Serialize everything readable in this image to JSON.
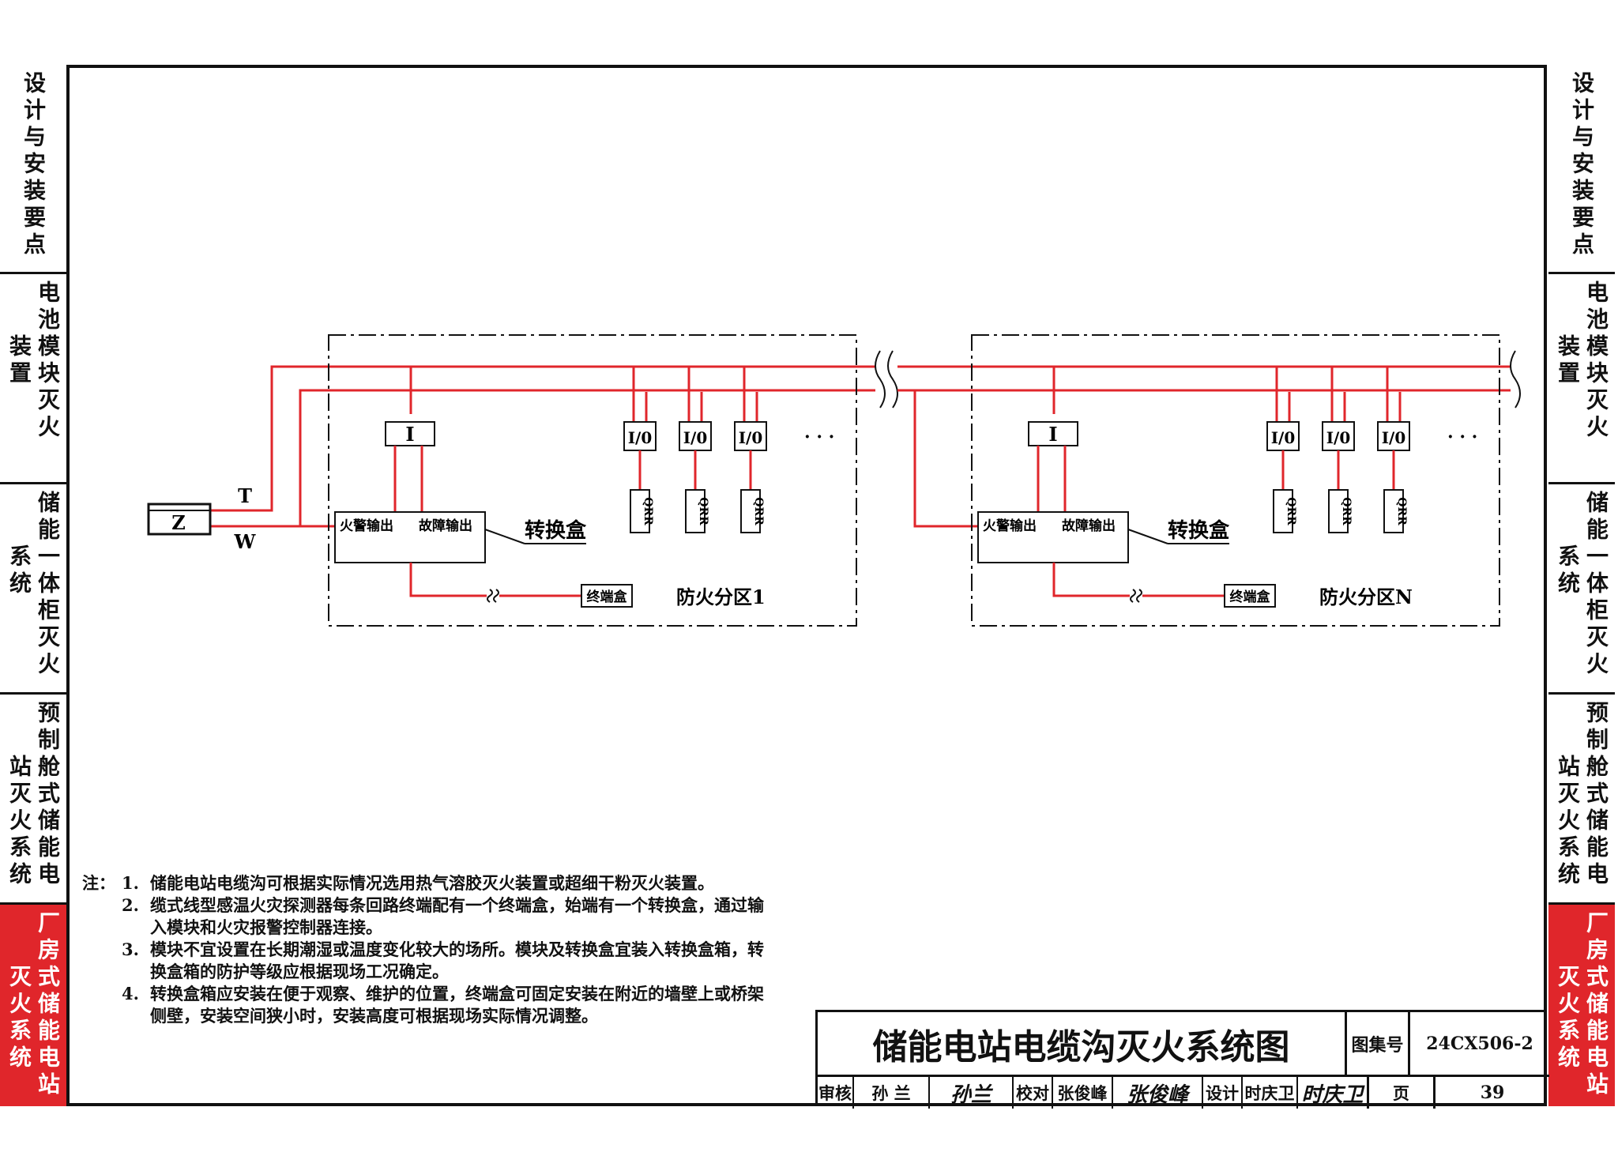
{
  "sidebar": {
    "sections": [
      {
        "cols": [
          "设计与安装要点"
        ],
        "active": false
      },
      {
        "cols": [
          "电池模块灭火",
          "装置"
        ],
        "active": false
      },
      {
        "cols": [
          "储能一体柜灭火",
          "系统"
        ],
        "active": false
      },
      {
        "cols": [
          "预制舱式储能电",
          "站灭火系统"
        ],
        "active": false
      },
      {
        "cols": [
          "厂房式储能电站",
          "灭火系统"
        ],
        "active": true
      }
    ]
  },
  "diagram": {
    "z_label": "Z",
    "t_label": "T",
    "w_label": "W",
    "zone1": {
      "i_label": "I",
      "io_labels": [
        "I/0",
        "I/0",
        "I/0"
      ],
      "qrr_labels": [
        "QRR",
        "QRR",
        "QRR"
      ],
      "ellipsis": "· · ·",
      "fire_output": "火警输出",
      "fault_output": "故障输出",
      "conv_box": "转换盒",
      "end_box": "终端盒",
      "zone_name": "防火分区1"
    },
    "zoneN": {
      "i_label": "I",
      "io_labels": [
        "I/0",
        "I/0",
        "I/0"
      ],
      "qrr_labels": [
        "QRR",
        "QRR",
        "QRR"
      ],
      "ellipsis": "· · ·",
      "fire_output": "火警输出",
      "fault_output": "故障输出",
      "conv_box": "转换盒",
      "end_box": "终端盒",
      "zone_name": "防火分区N"
    }
  },
  "notes": {
    "head": "注：",
    "items": [
      {
        "num": "1.",
        "text": "储能电站电缆沟可根据实际情况选用热气溶胶灭火装置或超细干粉灭火装置。"
      },
      {
        "num": "2.",
        "text": "缆式线型感温火灾探测器每条回路终端配有一个终端盒，始端有一个转换盒，通过输入模块和火灾报警控制器连接。"
      },
      {
        "num": "3.",
        "text": "模块不宜设置在长期潮湿或温度变化较大的场所。模块及转换盒宜装入转换盒箱，转换盒箱的防护等级应根据现场工况确定。"
      },
      {
        "num": "4.",
        "text": "转换盒箱应安装在便于观察、维护的位置，终端盒可固定安装在附近的墙壁上或桥架侧壁，安装空间狭小时，安装高度可根据现场实际情况调整。"
      }
    ]
  },
  "title_block": {
    "title": "储能电站电缆沟灭火系统图",
    "atlas_label": "图集号",
    "atlas_no": "24CX506-2",
    "review_label": "审核",
    "review_name": "孙 兰",
    "review_sig": "孙兰",
    "check_label": "校对",
    "check_name": "张俊峰",
    "check_sig": "张俊峰",
    "design_label": "设计",
    "design_name": "时庆卫",
    "design_sig": "时庆卫",
    "page_label": "页",
    "page_no": "39"
  },
  "colors": {
    "line": "#e0262b",
    "ink": "#111111",
    "active_bg": "#e0262b"
  }
}
